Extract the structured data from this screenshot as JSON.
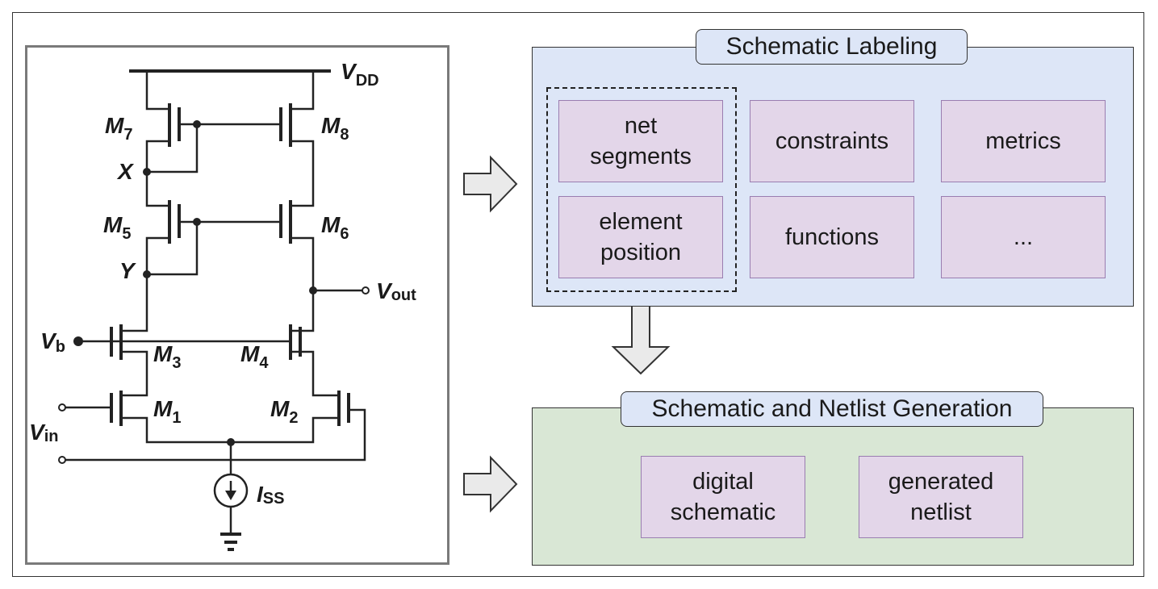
{
  "labeling_panel": {
    "title": "Schematic Labeling",
    "items": [
      "net\nsegments",
      "constraints",
      "metrics",
      "element\nposition",
      "functions",
      "..."
    ]
  },
  "generation_panel": {
    "title": "Schematic and Netlist Generation",
    "items": [
      "digital\nschematic",
      "generated\nnetlist"
    ]
  },
  "circuit": {
    "vdd": "V",
    "vdd_sub": "DD",
    "vout": "V",
    "vout_sub": "out",
    "vb": "V",
    "vb_sub": "b",
    "vin": "V",
    "vin_sub": "in",
    "iss": "I",
    "iss_sub": "SS",
    "node_x": "X",
    "node_y": "Y",
    "transistors": [
      {
        "name": "M",
        "sub": "7"
      },
      {
        "name": "M",
        "sub": "8"
      },
      {
        "name": "M",
        "sub": "5"
      },
      {
        "name": "M",
        "sub": "6"
      },
      {
        "name": "M",
        "sub": "3"
      },
      {
        "name": "M",
        "sub": "4"
      },
      {
        "name": "M",
        "sub": "1"
      },
      {
        "name": "M",
        "sub": "2"
      }
    ]
  }
}
